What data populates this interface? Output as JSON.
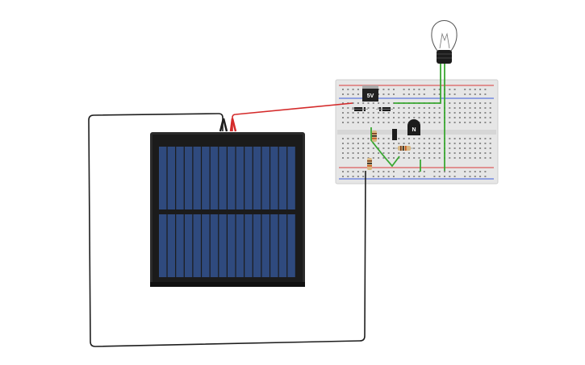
{
  "canvas": {
    "regulator_label": "5V",
    "transistor_label": "N"
  },
  "components": {
    "solar_panel": {
      "icon": "solar-panel-icon",
      "columns": 16,
      "rows": 2
    },
    "breadboard": {
      "icon": "breadboard-icon"
    },
    "bulb": {
      "icon": "lightbulb-icon"
    },
    "regulator": {
      "icon": "voltage-regulator-icon"
    },
    "transistor": {
      "icon": "npn-transistor-icon"
    },
    "resistors": {
      "icon": "resistor-icon",
      "count": 3
    },
    "diodes": {
      "icon": "diode-icon",
      "count": 2
    }
  },
  "colors": {
    "panel_frame": "#2b2b2b",
    "cell": "#2f4a7e",
    "wire_red": "#d42a2a",
    "wire_black": "#1e1e1e",
    "wire_green": "#3aa832",
    "breadboard": "#e6e6e6",
    "rail_red": "#d93b3b",
    "rail_blue": "#3a5bd9"
  }
}
